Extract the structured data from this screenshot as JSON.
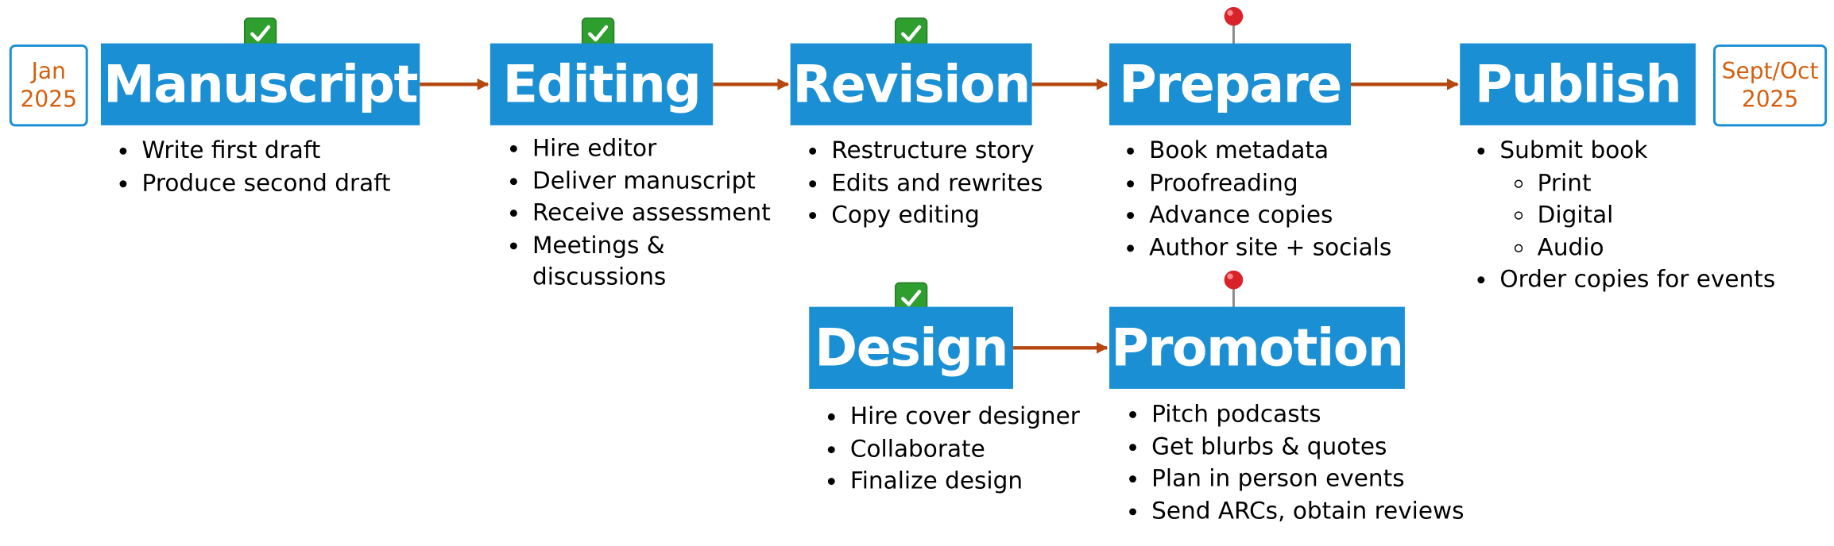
{
  "colors": {
    "stage_fill": "#1a8fd4",
    "arrow": "#b5480f",
    "date_text": "#d4600f",
    "check": "#2e9e2e",
    "pin": "#d9222a"
  },
  "start_date": {
    "line1": "Jan",
    "line2": "2025"
  },
  "end_date": {
    "line1": "Sept/Oct",
    "line2": "2025"
  },
  "stages": {
    "manuscript": {
      "title": "Manuscript",
      "status_icon": "check-icon",
      "tasks": [
        "Write first draft",
        "Produce second draft"
      ]
    },
    "editing": {
      "title": "Editing",
      "status_icon": "check-icon",
      "tasks": [
        "Hire editor",
        "Deliver manuscript",
        "Receive assessment",
        "Meetings &",
        "discussions"
      ]
    },
    "revision": {
      "title": "Revision",
      "status_icon": "check-icon",
      "tasks": [
        "Restructure story",
        "Edits and rewrites",
        "Copy editing"
      ]
    },
    "prepare": {
      "title": "Prepare",
      "status_icon": "pin-icon",
      "tasks": [
        "Book metadata",
        "Proofreading",
        "Advance copies",
        "Author site + socials"
      ]
    },
    "publish": {
      "title": "Publish",
      "tasks": [
        "Submit book",
        "Print",
        "Digital",
        "Audio",
        "Order copies for events"
      ]
    },
    "design": {
      "title": "Design",
      "status_icon": "check-icon",
      "tasks": [
        "Hire cover designer",
        "Collaborate",
        "Finalize design"
      ]
    },
    "promotion": {
      "title": "Promotion",
      "status_icon": "pin-icon",
      "tasks": [
        "Pitch podcasts",
        "Get blurbs & quotes",
        "Plan in person events",
        "Send ARCs, obtain reviews"
      ]
    }
  }
}
